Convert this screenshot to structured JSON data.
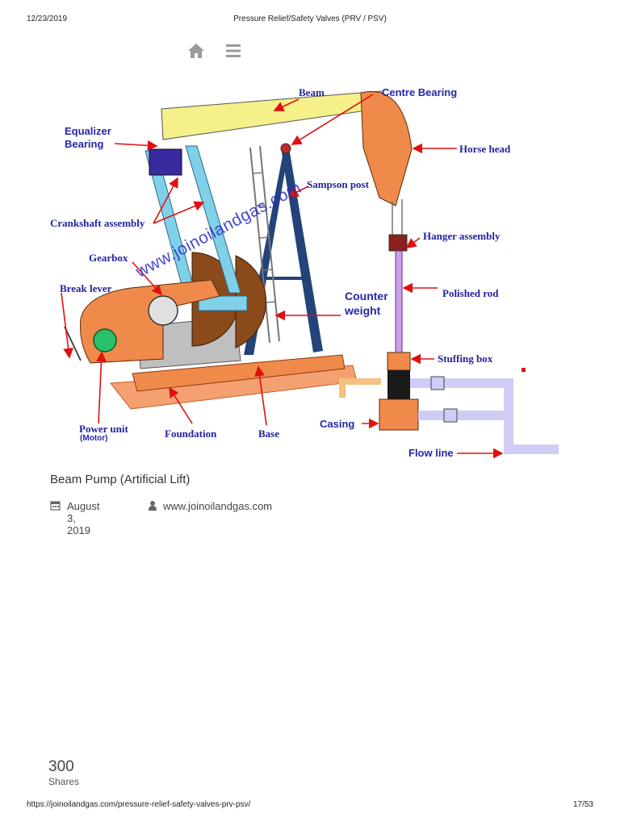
{
  "header": {
    "date": "12/23/2019",
    "title": "Pressure Relief/Safety Valves (PRV / PSV)"
  },
  "nav": {
    "icons": [
      "home-icon",
      "menu-icon"
    ]
  },
  "figure": {
    "labels": {
      "beam": "Beam",
      "centre_bearing": "Centre Bearing",
      "equalizer_bearing_1": "Equalizer",
      "equalizer_bearing_2": "Bearing",
      "horse_head": "Horse head",
      "sampson_post": "Sampson post",
      "crankshaft_assembly": "Crankshaft assembly",
      "hanger_assembly": "Hanger assembly",
      "gearbox": "Gearbox",
      "break_lever": "Break lever",
      "polished_rod": "Polished rod",
      "counter_weight_1": "Counter",
      "counter_weight_2": "weight",
      "stuffing_box": "Stuffing box",
      "power_unit": "Power unit",
      "motor": "(Motor)",
      "foundation": "Foundation",
      "base": "Base",
      "casing": "Casing",
      "flow_line": "Flow line"
    },
    "watermark": "www.joinoilandgas.com",
    "colors": {
      "beam": "#f5f08a",
      "horse_head": "#f08a4a",
      "sampson_post": "#22447a",
      "crank_arm": "#7fd0e8",
      "base": "#f08a4a",
      "counterweight": "#8a4a1a",
      "label": "#23239e",
      "arrow": "#e01010"
    }
  },
  "post": {
    "title": "Beam Pump (Artificial Lift)",
    "date": "August 3, 2019",
    "author": "www.joinoilandgas.com"
  },
  "shares": {
    "count": "300",
    "label": "Shares"
  },
  "footer": {
    "url": "https://joinoilandgas.com/pressure-relief-safety-valves-prv-psv/",
    "page": "17/53"
  }
}
